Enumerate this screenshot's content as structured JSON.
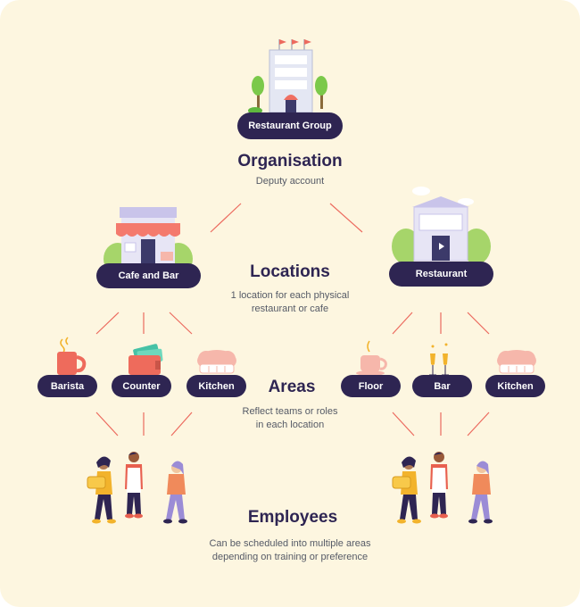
{
  "colors": {
    "background": "#fdf6e0",
    "pill": "#2e2552",
    "heading": "#2e2552",
    "connector": "#ec6a5e"
  },
  "organisation": {
    "node": "Restaurant Group",
    "title": "Organisation",
    "subtitle": "Deputy account"
  },
  "locations": {
    "title": "Locations",
    "subtitle_line1": "1 location for each physical",
    "subtitle_line2": "restaurant or cafe",
    "nodes": [
      "Cafe and Bar",
      "Restaurant"
    ]
  },
  "areas": {
    "title": "Areas",
    "subtitle_line1": "Reflect teams or roles",
    "subtitle_line2": "in each location",
    "cafe": [
      "Barista",
      "Counter",
      "Kitchen"
    ],
    "restaurant": [
      "Floor",
      "Bar",
      "Kitchen"
    ]
  },
  "employees": {
    "title": "Employees",
    "subtitle_line1": "Can be scheduled into multiple areas",
    "subtitle_line2": "depending on training or preference"
  },
  "icons": [
    "restaurant-group-building-icon",
    "cafe-storefront-icon",
    "restaurant-building-icon",
    "coffee-mug-icon",
    "cash-register-icon",
    "chef-hat-icon",
    "teacup-icon",
    "champagne-glasses-icon",
    "employees-group-icon"
  ]
}
